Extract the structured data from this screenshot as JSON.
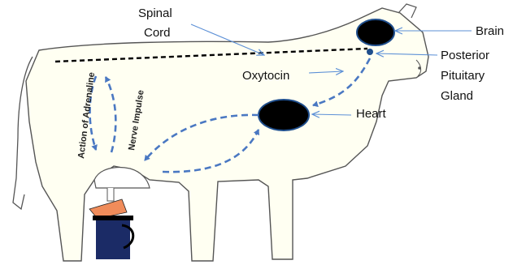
{
  "labels": {
    "spinal_cord_line1": "Spinal",
    "spinal_cord_line2": "Cord",
    "brain": "Brain",
    "posterior_line1": "Posterior",
    "posterior_line2": "Pituitary",
    "posterior_line3": "Gland",
    "oxytocin": "Oxytocin",
    "heart": "Heart",
    "action_of_adrenaline": "Action of Adrenaline",
    "nerve_impulse": "Nerve Impulse"
  },
  "colors": {
    "body_fill": "#fffff2",
    "outline": "#555555",
    "organ_fill": "#000000",
    "organ_ring": "#1f4e8c",
    "flow_arrow": "#4a78c2",
    "pointer": "#5b8fd6",
    "spinal_dash": "#000000",
    "hand": "#f08c5a",
    "bucket": "#1b2b66"
  }
}
